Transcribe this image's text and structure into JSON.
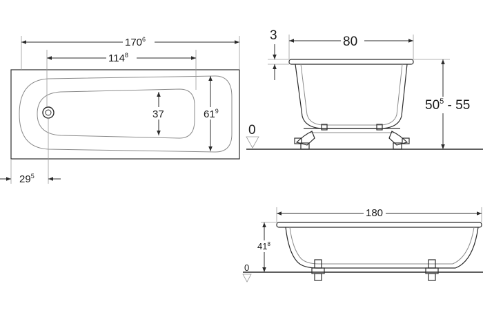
{
  "top_view": {
    "overall_length": {
      "main": "170",
      "sup": "6"
    },
    "inner_length": {
      "main": "114",
      "sup": "8"
    },
    "inner_width": "37",
    "overall_width": {
      "main": "61",
      "sup": "9"
    },
    "drain_offset": {
      "main": "29",
      "sup": "5"
    }
  },
  "front_view": {
    "width": "80",
    "rim_height": "3",
    "height_range": {
      "main": "50",
      "sup": "5",
      "suffix": " - 55"
    },
    "floor_level": "0"
  },
  "side_view": {
    "length": "180",
    "depth": {
      "main": "41",
      "sup": "8"
    },
    "floor_level": "0"
  }
}
